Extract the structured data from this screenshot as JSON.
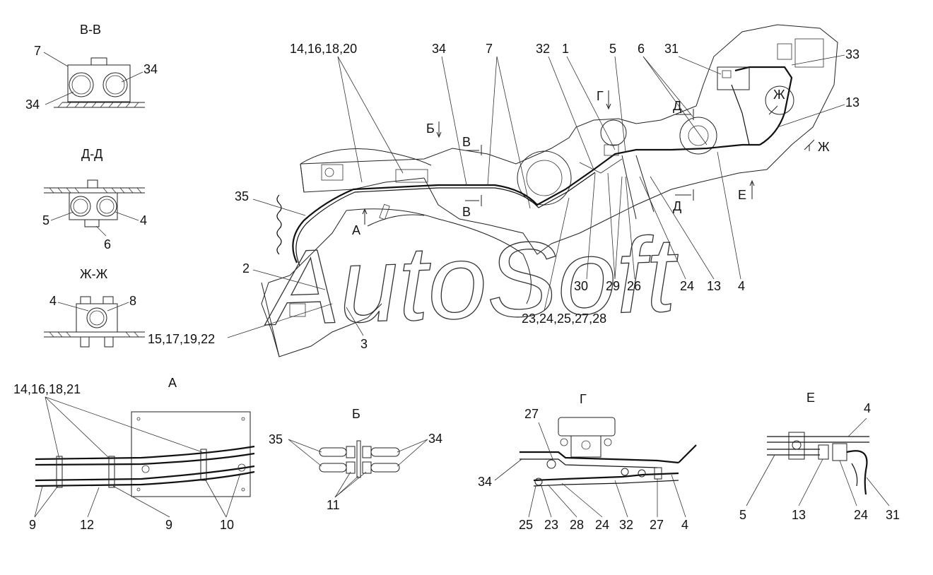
{
  "watermark": "AutoSoft",
  "sections": {
    "vv": {
      "title": "В-В",
      "labels": [
        "7",
        "34",
        "34"
      ]
    },
    "dd": {
      "title": "Д-Д",
      "labels": [
        "5",
        "4",
        "6"
      ]
    },
    "zz": {
      "title": "Ж-Ж",
      "labels": [
        "4",
        "8"
      ]
    }
  },
  "main_view": {
    "top_labels": [
      "14,16,18,20",
      "34",
      "7",
      "32",
      "1",
      "5",
      "6",
      "31",
      "33",
      "13"
    ],
    "left_labels": [
      "35",
      "2",
      "15,17,19,22",
      "3"
    ],
    "bottom_labels": [
      "30",
      "29",
      "26",
      "24",
      "13",
      "4",
      "23,24,25,27,28"
    ],
    "markers": {
      "b": "Б",
      "v_top": "В",
      "v_bottom": "В",
      "a": "А",
      "g": "Г",
      "d_top": "Д",
      "d_bottom": "Д",
      "e": "Е",
      "zh_circle": "Ж",
      "zh_arrow": "Ж"
    }
  },
  "detail_a": {
    "title": "А",
    "labels": [
      "14,16,18,21",
      "9",
      "12",
      "9",
      "10"
    ]
  },
  "detail_b": {
    "title": "Б",
    "labels": [
      "35",
      "34",
      "11"
    ]
  },
  "detail_g": {
    "title": "Г",
    "labels": [
      "27",
      "34",
      "25",
      "23",
      "28",
      "24",
      "32",
      "27",
      "4"
    ]
  },
  "detail_e": {
    "title": "Е",
    "labels": [
      "4",
      "5",
      "13",
      "24",
      "31"
    ]
  }
}
